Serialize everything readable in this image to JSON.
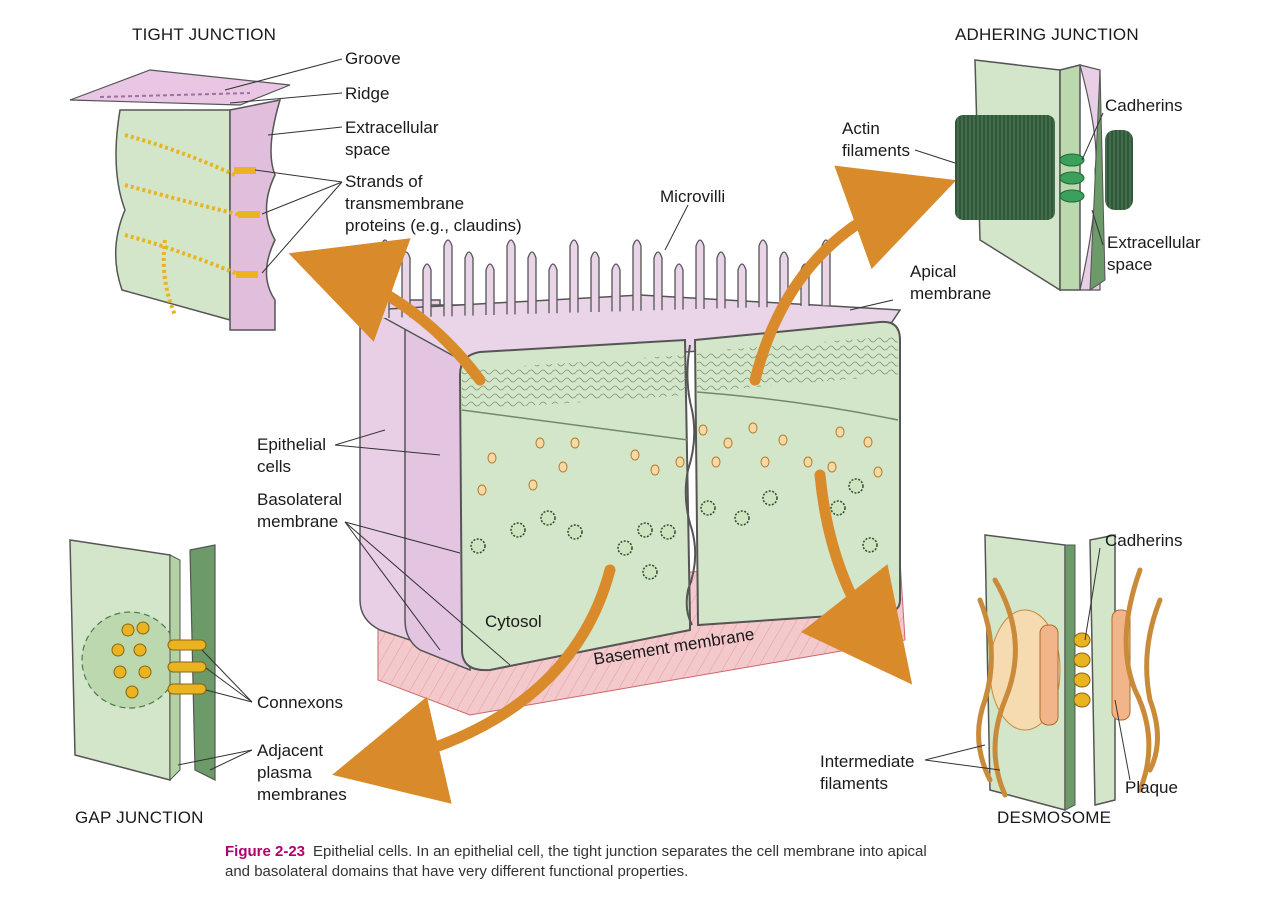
{
  "titles": {
    "tight": "TIGHT JUNCTION",
    "adhering": "ADHERING JUNCTION",
    "gap": "GAP JUNCTION",
    "desmosome": "DESMOSOME"
  },
  "labels": {
    "groove": "Groove",
    "ridge": "Ridge",
    "extracellular_space_1": "Extracellular",
    "extracellular_space_2": "space",
    "strands_1": "Strands of",
    "strands_2": "transmembrane",
    "strands_3": "proteins (e.g., claudins)",
    "microvilli": "Microvilli",
    "actin_1": "Actin",
    "actin_2": "filaments",
    "cadherins_top": "Cadherins",
    "ecs_right_1": "Extracellular",
    "ecs_right_2": "space",
    "apical_1": "Apical",
    "apical_2": "membrane",
    "epithelial_1": "Epithelial",
    "epithelial_2": "cells",
    "basolateral_1": "Basolateral",
    "basolateral_2": "membrane",
    "cytosol": "Cytosol",
    "basement": "Basement membrane",
    "connexons": "Connexons",
    "adjacent_1": "Adjacent",
    "adjacent_2": "plasma",
    "adjacent_3": "membranes",
    "cadherins_bottom": "Cadherins",
    "intermediate_1": "Intermediate",
    "intermediate_2": "filaments",
    "plaque": "Plaque"
  },
  "caption": {
    "figure_number": "Figure 2-23",
    "text_line1": "Epithelial cells. In an epithelial cell, the tight junction separates the cell membrane into apical",
    "text_line2": "and basolateral domains that have very different functional properties."
  },
  "colors": {
    "cell_green": "#d3e6c9",
    "cell_green_dark": "#9cc08c",
    "membrane_pink": "#e8cfe6",
    "membrane_pink_dark": "#c89ac4",
    "arrow_orange": "#d98b2b",
    "strand_yellow": "#e9b321",
    "actin_dark": "#2f5a3a",
    "basement_red": "#e9a9ad",
    "caption_magenta": "#b0006e"
  }
}
